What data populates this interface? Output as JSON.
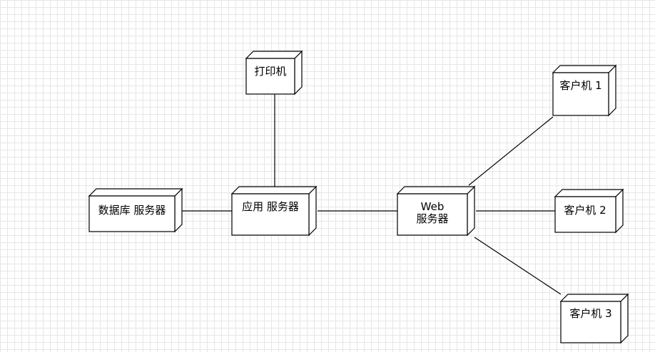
{
  "diagram": {
    "nodes": {
      "printer": {
        "label": "打印机"
      },
      "client1": {
        "label": "客户机 1"
      },
      "db_server": {
        "label": "数据库 服务器"
      },
      "app_server": {
        "label": "应用 服务器"
      },
      "web_server": {
        "label_line1": "Web",
        "label_line2": "服务器"
      },
      "client2": {
        "label": "客户机 2"
      },
      "client3": {
        "label": "客户机 3"
      }
    },
    "connections": [
      [
        "db_server",
        "app_server"
      ],
      [
        "app_server",
        "printer"
      ],
      [
        "app_server",
        "web_server"
      ],
      [
        "web_server",
        "client1"
      ],
      [
        "web_server",
        "client2"
      ],
      [
        "web_server",
        "client3"
      ]
    ]
  }
}
